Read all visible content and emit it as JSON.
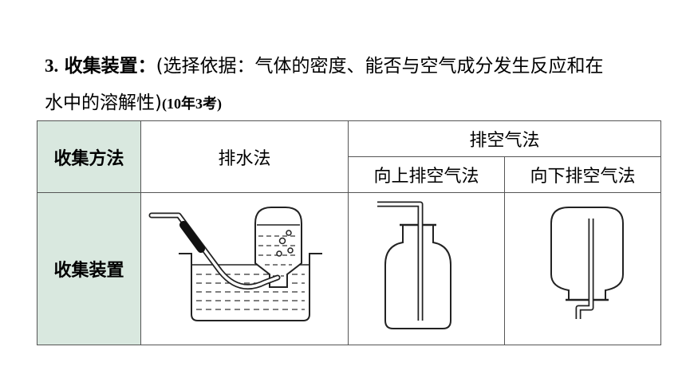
{
  "heading": {
    "number": "3.",
    "title": "收集装置：",
    "note_open": "(选择依据：气体的密度、能否与空气成分发生反应和在",
    "note_line2": "水中的溶解性)",
    "exam_ref": "(10年3考)"
  },
  "table": {
    "method_header": "收集方法",
    "drain_water": "排水法",
    "drain_air": "排空气法",
    "upward": "向上排空气法",
    "downward": "向下排空气法",
    "device_header": "收集装置"
  }
}
